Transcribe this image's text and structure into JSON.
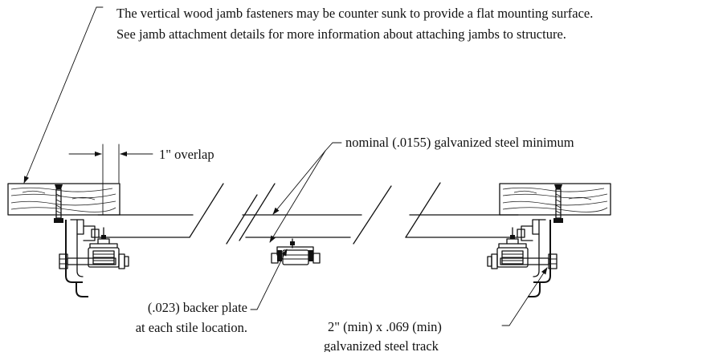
{
  "notes": {
    "top_line1": "The vertical wood jamb fasteners may be counter sunk to provide a flat mounting surface.",
    "top_line2": "See jamb attachment details for more information about attaching jambs to structure.",
    "overlap": "1\" overlap",
    "sheet_steel": "nominal (.0155) galvanized steel minimum",
    "backer_line1": "(.023) backer plate",
    "backer_line2": "at each stile location.",
    "track_line1": "2\" (min) x .069 (min)",
    "track_line2": "galvanized steel track"
  }
}
